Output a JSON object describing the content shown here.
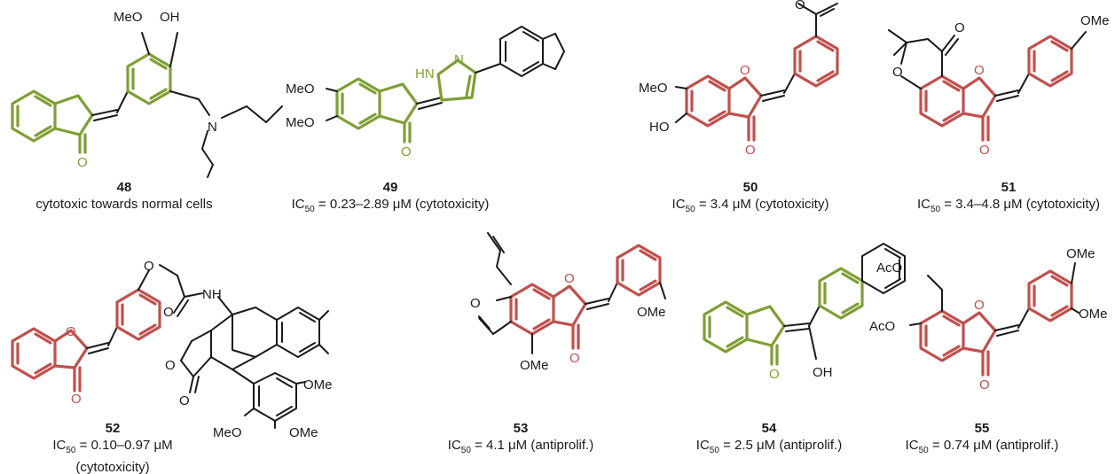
{
  "compounds": [
    {
      "id": "48",
      "desc": "cytotoxic towards normal cells",
      "ic_prefix": "",
      "ic_value": "",
      "ic_note": ""
    },
    {
      "id": "49",
      "desc": "",
      "ic_prefix": "IC",
      "ic_sub": "50",
      "ic_value": " = 0.23–2.89 μM (cytotoxicity)",
      "ic_note": ""
    },
    {
      "id": "50",
      "desc": "",
      "ic_prefix": "IC",
      "ic_sub": "50",
      "ic_value": " = 3.4 μM (cytotoxicity)",
      "ic_note": ""
    },
    {
      "id": "51",
      "desc": "",
      "ic_prefix": "IC",
      "ic_sub": "50",
      "ic_value": " = 3.4–4.8 μM (cytotoxicity)",
      "ic_note": ""
    },
    {
      "id": "52",
      "desc": "",
      "ic_prefix": "IC",
      "ic_sub": "50",
      "ic_value": " = 0.10–0.97 μM",
      "ic_note": "(cytotoxicity)"
    },
    {
      "id": "53",
      "desc": "",
      "ic_prefix": "IC",
      "ic_sub": "50",
      "ic_value": " = 4.1 μM (antiprolif.)",
      "ic_note": ""
    },
    {
      "id": "54",
      "desc": "",
      "ic_prefix": "IC",
      "ic_sub": "50",
      "ic_value": " = 2.5 μM (antiprolif.)",
      "ic_note": ""
    },
    {
      "id": "55",
      "desc": "",
      "ic_prefix": "IC",
      "ic_sub": "50",
      "ic_value": " = 0.74 μM (antiprolif.)",
      "ic_note": ""
    }
  ],
  "atoms": {
    "meo": "MeO",
    "oh": "OH",
    "n": "N",
    "o": "O",
    "hn": "HN",
    "ome": "OMe",
    "nh": "NH",
    "ho": "HO",
    "aco": "AcO"
  },
  "colors": {
    "green": "#7f9f35",
    "red": "#c0504d",
    "black": "#1a1a1a"
  }
}
